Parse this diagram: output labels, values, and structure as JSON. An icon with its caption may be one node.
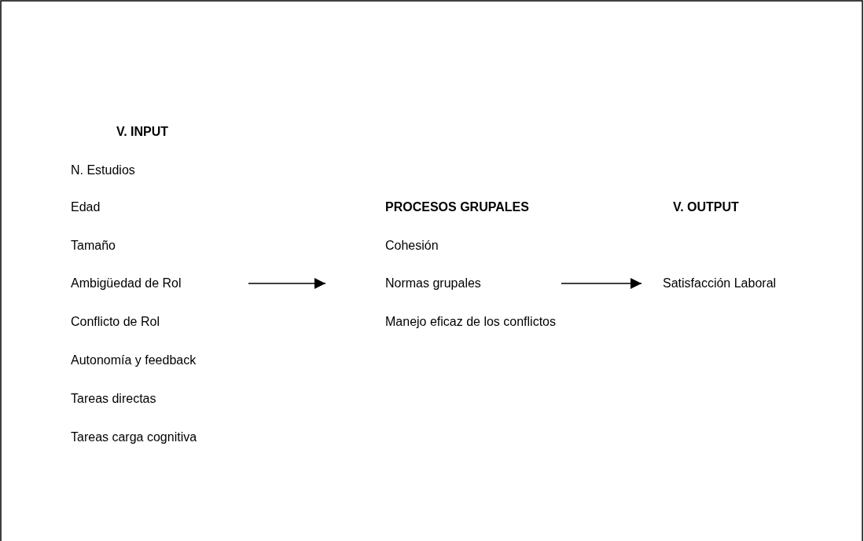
{
  "diagram": {
    "nodes": [
      {
        "text": [
          "V. INPUT",
          "N. Estudios",
          "Edad",
          "Tamaño",
          "Ambigüedad de Rol",
          "Conflicto de Rol",
          "Autonomía y feedback",
          "Tareas directas",
          "Tareas carga cognitiva"
        ]
      },
      {
        "text": [
          "PROCESOS GRUPALES",
          "Cohesión",
          "Normas grupales",
          "Manejo eficaz de los conflictos"
        ]
      },
      {
        "text": [
          "V. OUTPUT",
          "Satisfacción Laboral"
        ]
      }
    ],
    "edges": [
      {
        "from": 0,
        "to": 1,
        "arrow": "to"
      },
      {
        "from": 1,
        "to": 2,
        "arrow": "to"
      }
    ]
  }
}
